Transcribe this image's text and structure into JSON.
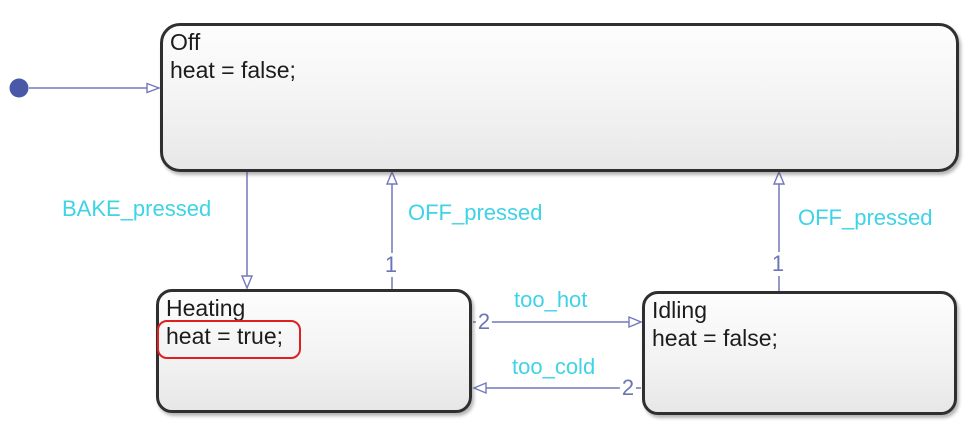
{
  "colors": {
    "transition_line": "#7379b8",
    "event_label": "#3ed3e6",
    "order_number": "#6d74b5",
    "initial_dot": "#4a58a8",
    "state_border": "#2f2f2f",
    "highlight_box": "#e02020"
  },
  "states": {
    "off": {
      "name": "Off",
      "action": "heat = false;"
    },
    "heating": {
      "name": "Heating",
      "action": "heat = true;"
    },
    "idling": {
      "name": "Idling",
      "action": "heat = false;"
    }
  },
  "transitions": {
    "bake_pressed": {
      "label": "BAKE_pressed"
    },
    "off_pressed_from_heating": {
      "label": "OFF_pressed",
      "order": "1"
    },
    "off_pressed_from_idling": {
      "label": "OFF_pressed",
      "order": "1"
    },
    "too_hot": {
      "label": "too_hot",
      "order": "2"
    },
    "too_cold": {
      "label": "too_cold",
      "order": "2"
    }
  }
}
